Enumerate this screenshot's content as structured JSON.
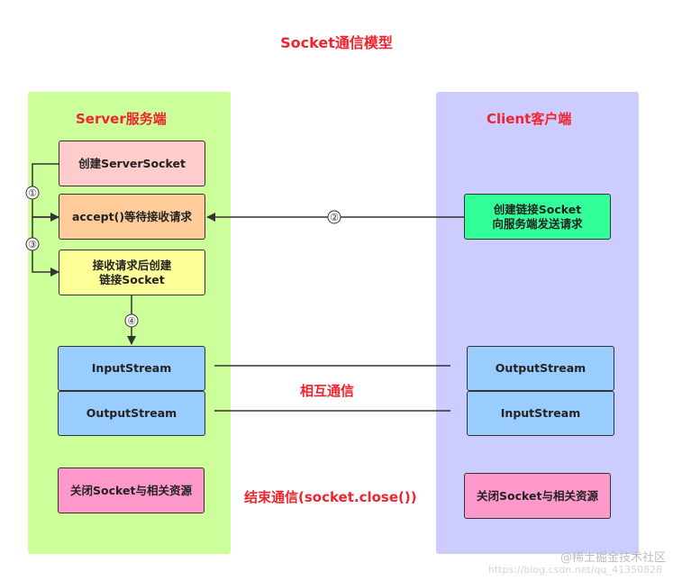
{
  "title": "Socket通信模型",
  "server": {
    "title": "Server服务端",
    "create_server_socket": "创建ServerSocket",
    "accept": "accept()等待接收请求",
    "create_link": "接收请求后创建\n链接Socket",
    "input_stream": "InputStream",
    "output_stream": "OutputStream",
    "close": "关闭Socket与相关资源"
  },
  "client": {
    "title": "Client客户端",
    "send_request": "创建链接Socket\n向服务端发送请求",
    "output_stream": "OutputStream",
    "input_stream": "InputStream",
    "close": "关闭Socket与相关资源"
  },
  "labels": {
    "mutual": "相互通信",
    "end": "结束通信(socket.close())"
  },
  "steps": {
    "s1": "①",
    "s2": "②",
    "s3": "③",
    "s4": "④"
  },
  "watermark": "@稀土掘金技术社区",
  "url": "https://blog.csdn.net/qq_41350828",
  "colors": {
    "server_panel": "#ccff99",
    "client_panel": "#ccccff",
    "title_red": "#f0242e",
    "pink": "#ffcccc",
    "orange": "#ffcc99",
    "yellow": "#ffff99",
    "green": "#33ff99",
    "blue": "#99ccff",
    "magenta": "#ff99cc"
  }
}
